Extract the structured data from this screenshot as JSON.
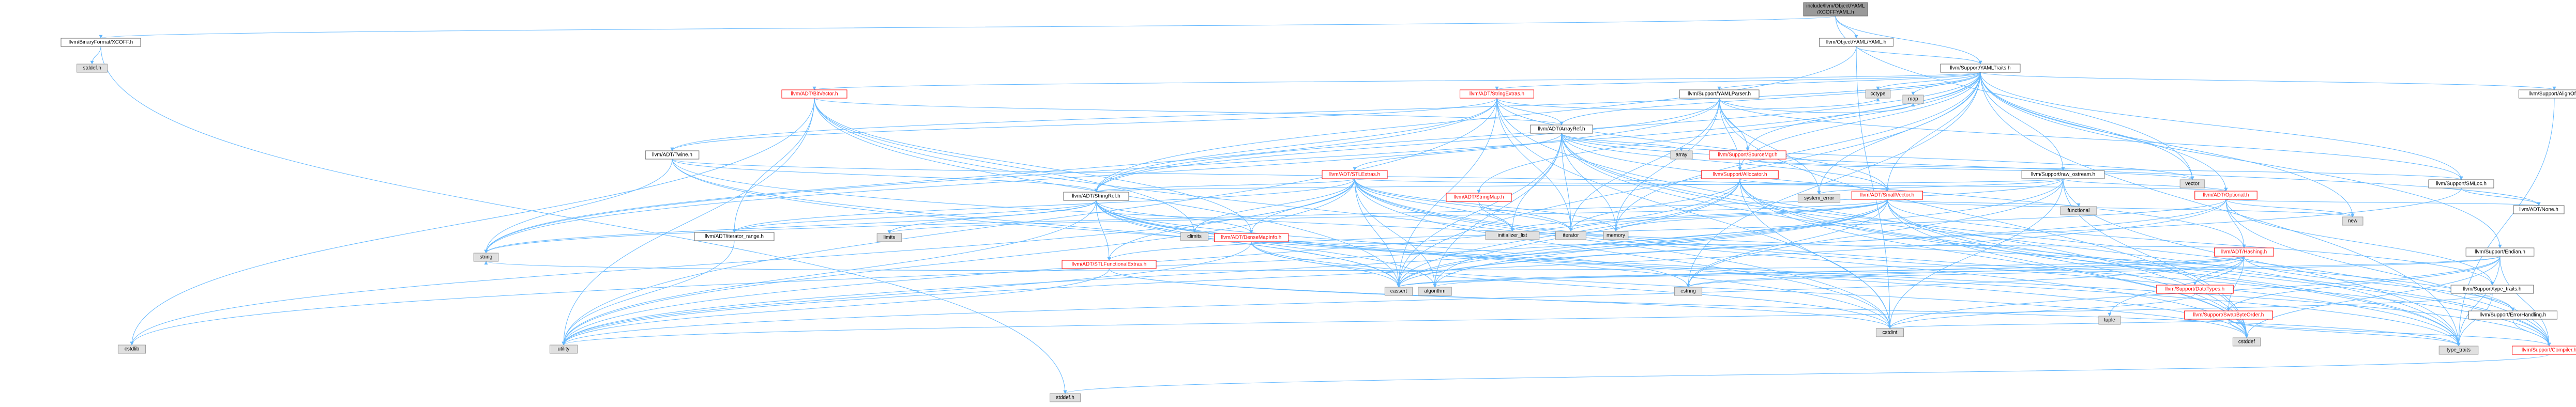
{
  "colors": {
    "root_fill": "#999999",
    "node_fill": "#ffffff",
    "node_stroke": "#666666",
    "system_fill": "#e0e0e0",
    "system_stroke": "#999999",
    "red_text": "#ff0000",
    "edge": "#63b8ff",
    "text": "#000000"
  },
  "nodes": [
    {
      "id": "root",
      "label": "include/llvm/Object/YAML/XCOFFYAML.h",
      "kind": "root"
    },
    {
      "id": "bfx",
      "label": "llvm/BinaryFormat/XCOFF.h",
      "kind": "normal"
    },
    {
      "id": "oyaml",
      "label": "llvm/Object/YAML/YAML.h",
      "kind": "normal"
    },
    {
      "id": "stddef",
      "label": "stddef.h",
      "kind": "system"
    },
    {
      "id": "yamltraits",
      "label": "llvm/Support/YAMLTraits.h",
      "kind": "normal"
    },
    {
      "id": "bitvector",
      "label": "llvm/ADT/BitVector.h",
      "kind": "red"
    },
    {
      "id": "strextras",
      "label": "llvm/ADT/StringExtras.h",
      "kind": "red"
    },
    {
      "id": "cctype",
      "label": "cctype",
      "kind": "system"
    },
    {
      "id": "yamlparser",
      "label": "llvm/Support/YAMLParser.h",
      "kind": "normal"
    },
    {
      "id": "map",
      "label": "map",
      "kind": "system"
    },
    {
      "id": "alignof",
      "label": "llvm/Support/AlignOf.h",
      "kind": "normal"
    },
    {
      "id": "arrayref",
      "label": "llvm/ADT/ArrayRef.h",
      "kind": "normal"
    },
    {
      "id": "srcmgr",
      "label": "llvm/Support/SourceMgr.h",
      "kind": "red"
    },
    {
      "id": "twine",
      "label": "llvm/ADT/Twine.h",
      "kind": "normal"
    },
    {
      "id": "array",
      "label": "array",
      "kind": "system"
    },
    {
      "id": "stlextras",
      "label": "llvm/ADT/STLExtras.h",
      "kind": "red"
    },
    {
      "id": "allocator",
      "label": "llvm/Support/Allocator.h",
      "kind": "red"
    },
    {
      "id": "rawostream",
      "label": "llvm/Support/raw_ostream.h",
      "kind": "normal"
    },
    {
      "id": "smloc",
      "label": "llvm/Support/SMLoc.h",
      "kind": "normal"
    },
    {
      "id": "vector",
      "label": "vector",
      "kind": "system"
    },
    {
      "id": "stringref",
      "label": "llvm/ADT/StringRef.h",
      "kind": "normal"
    },
    {
      "id": "stringmap",
      "label": "llvm/ADT/StringMap.h",
      "kind": "red"
    },
    {
      "id": "syserr",
      "label": "system_error",
      "kind": "system"
    },
    {
      "id": "smallvector",
      "label": "llvm/ADT/SmallVector.h",
      "kind": "red"
    },
    {
      "id": "optional",
      "label": "llvm/ADT/Optional.h",
      "kind": "red"
    },
    {
      "id": "none",
      "label": "llvm/ADT/None.h",
      "kind": "normal"
    },
    {
      "id": "itrange",
      "label": "llvm/ADT/iterator_range.h",
      "kind": "normal"
    },
    {
      "id": "densemapinfo",
      "label": "llvm/ADT/DenseMapInfo.h",
      "kind": "red"
    },
    {
      "id": "climits",
      "label": "climits",
      "kind": "system"
    },
    {
      "id": "initlist",
      "label": "initializer_list",
      "kind": "system"
    },
    {
      "id": "iterator",
      "label": "iterator",
      "kind": "system"
    },
    {
      "id": "memory",
      "label": "memory",
      "kind": "system"
    },
    {
      "id": "new",
      "label": "new",
      "kind": "system"
    },
    {
      "id": "hashing",
      "label": "llvm/ADT/Hashing.h",
      "kind": "red"
    },
    {
      "id": "endian",
      "label": "llvm/Support/Endian.h",
      "kind": "normal"
    },
    {
      "id": "stlfunc",
      "label": "llvm/ADT/STLFunctionalExtras.h",
      "kind": "red"
    },
    {
      "id": "string",
      "label": "string",
      "kind": "system"
    },
    {
      "id": "cassert",
      "label": "cassert",
      "kind": "system"
    },
    {
      "id": "algorithm",
      "label": "algorithm",
      "kind": "system"
    },
    {
      "id": "cstring",
      "label": "cstring",
      "kind": "system"
    },
    {
      "id": "datatypes",
      "label": "llvm/Support/DataTypes.h",
      "kind": "red"
    },
    {
      "id": "swapbyte",
      "label": "llvm/Support/SwapByteOrder.h",
      "kind": "red"
    },
    {
      "id": "typetraitsh",
      "label": "llvm/Support/type_traits.h",
      "kind": "normal"
    },
    {
      "id": "errhandling",
      "label": "llvm/Support/ErrorHandling.h",
      "kind": "normal"
    },
    {
      "id": "cstdint",
      "label": "cstdint",
      "kind": "system"
    },
    {
      "id": "cstddef",
      "label": "cstddef",
      "kind": "system"
    },
    {
      "id": "utility",
      "label": "utility",
      "kind": "system"
    },
    {
      "id": "typetraits",
      "label": "type_traits",
      "kind": "system"
    },
    {
      "id": "compiler",
      "label": "llvm/Support/Compiler.h",
      "kind": "red"
    }
  ],
  "edges": [
    [
      "root",
      "bfx"
    ],
    [
      "root",
      "oyaml"
    ],
    [
      "root",
      "yamltraits"
    ],
    [
      "root",
      "vector"
    ],
    [
      "bfx",
      "stddef"
    ],
    [
      "bfx",
      "stddefh"
    ],
    [
      "oyaml",
      "stringref"
    ],
    [
      "oyaml",
      "yamltraits"
    ],
    [
      "oyaml",
      "cstdint"
    ],
    [
      "yamltraits",
      "bitvector"
    ],
    [
      "yamltraits",
      "strextras"
    ],
    [
      "yamltraits",
      "cctype"
    ],
    [
      "yamltraits",
      "yamlparser"
    ],
    [
      "yamltraits",
      "map"
    ],
    [
      "yamltraits",
      "alignof"
    ],
    [
      "yamltraits",
      "arrayref"
    ],
    [
      "yamltraits",
      "srcmgr"
    ],
    [
      "yamltraits",
      "twine"
    ],
    [
      "yamltraits",
      "allocator"
    ],
    [
      "yamltraits",
      "stringref"
    ],
    [
      "yamltraits",
      "stringmap"
    ],
    [
      "yamltraits",
      "smallvector"
    ],
    [
      "yamltraits",
      "optional"
    ],
    [
      "yamltraits",
      "endian"
    ],
    [
      "yamltraits",
      "vector"
    ],
    [
      "yamltraits",
      "new"
    ],
    [
      "yamltraits",
      "memory"
    ],
    [
      "yamltraits",
      "cassert"
    ],
    [
      "yamltraits",
      "string"
    ],
    [
      "yamltraits",
      "syserr"
    ],
    [
      "yamltraits",
      "typetraits"
    ],
    [
      "yamltraits",
      "rawostream"
    ],
    [
      "yamltraits",
      "smloc"
    ],
    [
      "yamltraits",
      "cstring"
    ],
    [
      "bitvector",
      "arrayref"
    ],
    [
      "bitvector",
      "itrange"
    ],
    [
      "bitvector",
      "densemapinfo"
    ],
    [
      "bitvector",
      "cassert"
    ],
    [
      "bitvector",
      "climits"
    ],
    [
      "bitvector",
      "cstdint"
    ],
    [
      "bitvector",
      "cstdlib"
    ],
    [
      "bitvector",
      "utility"
    ],
    [
      "strextras",
      "arrayref"
    ],
    [
      "strextras",
      "smallvector"
    ],
    [
      "strextras",
      "stringref"
    ],
    [
      "strextras",
      "twine"
    ],
    [
      "strextras",
      "iterator"
    ],
    [
      "strextras",
      "string"
    ],
    [
      "strextras",
      "utility"
    ],
    [
      "strextras",
      "cstdint"
    ],
    [
      "strextras",
      "cctype"
    ],
    [
      "strextras",
      "cassert"
    ],
    [
      "strextras",
      "cstddef"
    ],
    [
      "yamlparser",
      "stringref"
    ],
    [
      "yamlparser",
      "allocator"
    ],
    [
      "yamlparser",
      "smloc"
    ],
    [
      "yamlparser",
      "srcmgr"
    ],
    [
      "yamlparser",
      "cstddef"
    ],
    [
      "yamlparser",
      "iterator"
    ],
    [
      "yamlparser",
      "map"
    ],
    [
      "yamlparser",
      "memory"
    ],
    [
      "yamlparser",
      "string"
    ],
    [
      "yamlparser",
      "syserr"
    ],
    [
      "alignof",
      "typetraits"
    ],
    [
      "arrayref",
      "hashing"
    ],
    [
      "arrayref",
      "none"
    ],
    [
      "arrayref",
      "smallvector"
    ],
    [
      "arrayref",
      "stlextras"
    ],
    [
      "arrayref",
      "compiler"
    ],
    [
      "arrayref",
      "algorithm"
    ],
    [
      "arrayref",
      "array"
    ],
    [
      "arrayref",
      "cassert"
    ],
    [
      "arrayref",
      "cstddef"
    ],
    [
      "arrayref",
      "initlist"
    ],
    [
      "arrayref",
      "iterator"
    ],
    [
      "arrayref",
      "memory"
    ],
    [
      "arrayref",
      "typetraits"
    ],
    [
      "arrayref",
      "vector"
    ],
    [
      "srcmgr",
      "smloc"
    ],
    [
      "srcmgr",
      "vector"
    ],
    [
      "twine",
      "smallvector"
    ],
    [
      "twine",
      "stringref"
    ],
    [
      "twine",
      "errhandling"
    ],
    [
      "twine",
      "cassert"
    ],
    [
      "twine",
      "cstdint"
    ],
    [
      "twine",
      "string"
    ],
    [
      "stlextras",
      "stlfunc"
    ],
    [
      "stlextras",
      "densemapinfo"
    ],
    [
      "stlextras",
      "optional"
    ],
    [
      "stlextras",
      "itrange"
    ],
    [
      "stlextras",
      "stringref"
    ],
    [
      "stlextras",
      "algorithm"
    ],
    [
      "stlextras",
      "cassert"
    ],
    [
      "stlextras",
      "cstddef"
    ],
    [
      "stlextras",
      "cstdint"
    ],
    [
      "stlextras",
      "cstdlib"
    ],
    [
      "stlextras",
      "iterator"
    ],
    [
      "stlextras",
      "climits"
    ],
    [
      "stlextras",
      "memory"
    ],
    [
      "stlextras",
      "typetraits"
    ],
    [
      "stlextras",
      "utility"
    ],
    [
      "stlextras",
      "initlist"
    ],
    [
      "stlextras",
      "compiler"
    ],
    [
      "allocator",
      "smallvector"
    ],
    [
      "allocator",
      "compiler"
    ],
    [
      "allocator",
      "algorithm"
    ],
    [
      "allocator",
      "cassert"
    ],
    [
      "allocator",
      "cstddef"
    ],
    [
      "allocator",
      "cstdint"
    ],
    [
      "allocator",
      "iterator"
    ],
    [
      "allocator",
      "typetraits"
    ],
    [
      "allocator",
      "utility"
    ],
    [
      "rawostream",
      "stringref"
    ],
    [
      "rawostream",
      "optional"
    ],
    [
      "rawostream",
      "cassert"
    ],
    [
      "rawostream",
      "cstddef"
    ],
    [
      "rawostream",
      "cstdint"
    ],
    [
      "rawostream",
      "cstring"
    ],
    [
      "rawostream",
      "string"
    ],
    [
      "rawostream",
      "syserr"
    ],
    [
      "rawostream",
      "typetraits"
    ],
    [
      "smloc",
      "none"
    ],
    [
      "smloc",
      "cassert"
    ],
    [
      "stringref",
      "stlfunc"
    ],
    [
      "stringref",
      "itrange"
    ],
    [
      "stringref",
      "compiler"
    ],
    [
      "stringref",
      "algorithm"
    ],
    [
      "stringref",
      "cassert"
    ],
    [
      "stringref",
      "cstddef"
    ],
    [
      "stringref",
      "cstring"
    ],
    [
      "stringref",
      "limits"
    ],
    [
      "stringref",
      "string"
    ],
    [
      "stringref",
      "typetraits"
    ],
    [
      "stringref",
      "utility"
    ],
    [
      "stringref",
      "densemapinfo"
    ],
    [
      "stringmap",
      "initlist"
    ],
    [
      "stringmap",
      "iterator"
    ],
    [
      "smallvector",
      "compiler"
    ],
    [
      "smallvector",
      "typetraitsh"
    ],
    [
      "smallvector",
      "algorithm"
    ],
    [
      "smallvector",
      "cassert"
    ],
    [
      "smallvector",
      "cstddef"
    ],
    [
      "smallvector",
      "cstdlib"
    ],
    [
      "smallvector",
      "cstring"
    ],
    [
      "smallvector",
      "functional"
    ],
    [
      "smallvector",
      "initlist"
    ],
    [
      "smallvector",
      "iterator"
    ],
    [
      "smallvector",
      "limits"
    ],
    [
      "smallvector",
      "memory"
    ],
    [
      "smallvector",
      "new"
    ],
    [
      "smallvector",
      "typetraits"
    ],
    [
      "smallvector",
      "utility"
    ],
    [
      "optional",
      "hashing"
    ],
    [
      "optional",
      "none"
    ],
    [
      "optional",
      "stlfunc"
    ],
    [
      "optional",
      "compiler"
    ],
    [
      "optional",
      "typetraitsh"
    ],
    [
      "optional",
      "cassert"
    ],
    [
      "optional",
      "new"
    ],
    [
      "optional",
      "utility"
    ],
    [
      "itrange",
      "utility"
    ],
    [
      "densemapinfo",
      "hashing"
    ],
    [
      "densemapinfo",
      "cassert"
    ],
    [
      "densemapinfo",
      "cstddef"
    ],
    [
      "densemapinfo",
      "cstdint"
    ],
    [
      "densemapinfo",
      "utility"
    ],
    [
      "hashing",
      "errhandling"
    ],
    [
      "hashing",
      "swapbyte"
    ],
    [
      "hashing",
      "datatypes"
    ],
    [
      "hashing",
      "algorithm"
    ],
    [
      "hashing",
      "cassert"
    ],
    [
      "hashing",
      "cstring"
    ],
    [
      "hashing",
      "string"
    ],
    [
      "hashing",
      "tuple"
    ],
    [
      "hashing",
      "utility"
    ],
    [
      "endian",
      "compiler"
    ],
    [
      "endian",
      "swapbyte"
    ],
    [
      "endian",
      "cassert"
    ],
    [
      "endian",
      "cstddef"
    ],
    [
      "endian",
      "cstdint"
    ],
    [
      "endian",
      "cstring"
    ],
    [
      "endian",
      "typetraits"
    ],
    [
      "stlfunc",
      "typetraits"
    ],
    [
      "stlfunc",
      "utility"
    ],
    [
      "stlfunc",
      "cstdint"
    ],
    [
      "datatypes",
      "cstdint"
    ],
    [
      "swapbyte",
      "cstddef"
    ],
    [
      "swapbyte",
      "cstdint"
    ],
    [
      "swapbyte",
      "typetraits"
    ],
    [
      "swapbyte",
      "compiler"
    ],
    [
      "typetraitsh",
      "typetraits"
    ],
    [
      "typetraitsh",
      "utility"
    ],
    [
      "errhandling",
      "compiler"
    ],
    [
      "compiler",
      "stddefh"
    ]
  ],
  "extra_system_labels": {
    "cstdlib": "cstdlib",
    "limits": "limits",
    "functional": "functional",
    "tuple": "tuple",
    "stddefh": "stddef.h"
  }
}
